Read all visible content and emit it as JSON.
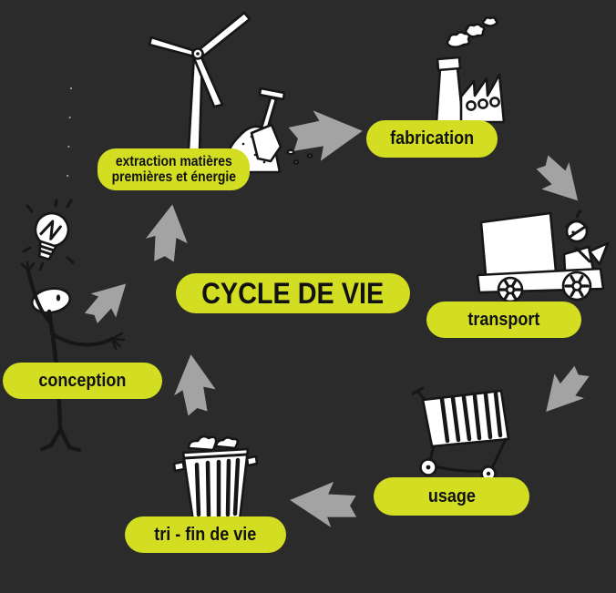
{
  "title": "CYCLE DE VIE",
  "stages": {
    "extraction": {
      "line1": "extraction matières",
      "line2": "premières et énergie"
    },
    "fabrication": {
      "label": "fabrication"
    },
    "transport": {
      "label": "transport"
    },
    "usage": {
      "label": "usage"
    },
    "tri_fin_de_vie": {
      "label": "tri - fin de vie"
    },
    "conception": {
      "label": "conception"
    }
  },
  "cycle_arrows": [
    {
      "from": "extraction matières premières et énergie",
      "to": "fabrication",
      "direction": "right"
    },
    {
      "from": "fabrication",
      "to": "transport",
      "direction": "down-right"
    },
    {
      "from": "transport",
      "to": "usage",
      "direction": "down-left"
    },
    {
      "from": "usage",
      "to": "tri - fin de vie",
      "direction": "left"
    },
    {
      "from": "tri - fin de vie",
      "to": "conception",
      "direction": "up"
    },
    {
      "from": "conception",
      "to": "extraction matières premières et énergie",
      "direction": "up-right"
    },
    {
      "from": "conception",
      "to": "extraction matières premières et énergie",
      "direction": "up"
    }
  ],
  "illustrations": [
    {
      "name": "wind-turbine-icon",
      "stage": "extraction matières premières et énergie"
    },
    {
      "name": "shovel-and-sand-icon",
      "stage": "extraction matières premières et énergie"
    },
    {
      "name": "factory-icon",
      "stage": "fabrication"
    },
    {
      "name": "truck-icon",
      "stage": "transport"
    },
    {
      "name": "shopping-cart-icon",
      "stage": "usage"
    },
    {
      "name": "trash-bin-icon",
      "stage": "tri - fin de vie"
    },
    {
      "name": "stick-figure-lightbulb-icon",
      "stage": "conception"
    }
  ],
  "colors": {
    "background": "#2b2b2b",
    "label_fill": "#d3de23",
    "label_text": "#111111",
    "arrow": "#a3a3a3",
    "doodle_fill": "#ffffff",
    "doodle_stroke": "#161616"
  }
}
